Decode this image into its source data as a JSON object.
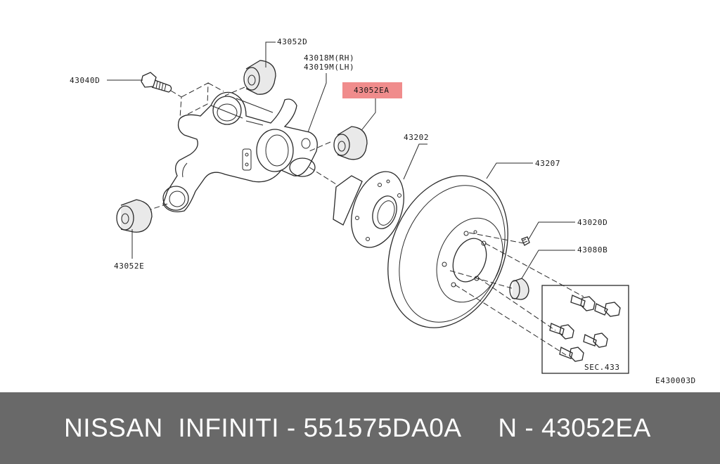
{
  "labels": {
    "p43052D": "43052D",
    "p43018M": "43018M(RH)",
    "p43019M": "43019M(LH)",
    "p43040D": "43040D",
    "p43052EA": "43052EA",
    "p43202": "43202",
    "p43207": "43207",
    "p43020D": "43020D",
    "p43080B": "43080B",
    "p43052E": "43052E",
    "sec433": "SEC.433",
    "code": "E430003D"
  },
  "highlight_color": "#f08c8c",
  "footer": {
    "text": "NISSAN  INFINITI - 551575DA0A     N - 43052EA"
  }
}
